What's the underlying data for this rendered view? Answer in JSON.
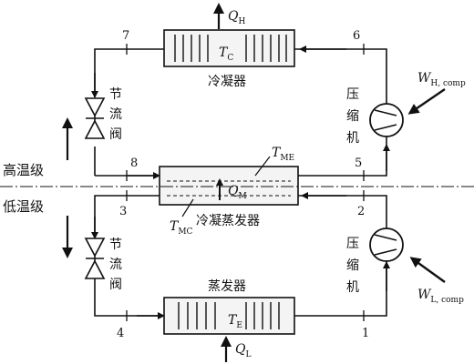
{
  "heat_flows": {
    "qh": {
      "main": "Q",
      "sub": "H"
    },
    "ql": {
      "main": "Q",
      "sub": "L"
    },
    "qm": {
      "main": "Q",
      "sub": "M"
    }
  },
  "temperatures": {
    "tc": {
      "main": "T",
      "sub": "C"
    },
    "te": {
      "main": "T",
      "sub": "E"
    },
    "tme": {
      "main": "T",
      "sub": "ME"
    },
    "tmc": {
      "main": "T",
      "sub": "MC"
    }
  },
  "work": {
    "wh": {
      "main": "W",
      "sub": "H, comp"
    },
    "wl": {
      "main": "W",
      "sub": "L, comp"
    }
  },
  "components": {
    "condenser": "冷凝器",
    "cascade_condenser": "冷凝蒸发器",
    "evaporator": "蒸发器",
    "throttle_upper": [
      "节",
      "流",
      "阀"
    ],
    "throttle_lower": [
      "节",
      "流",
      "阀"
    ],
    "compressor_upper": [
      "压",
      "缩",
      "机"
    ],
    "compressor_lower": [
      "压",
      "缩",
      "机"
    ]
  },
  "stages": {
    "high": "高温级",
    "low": "低温级"
  },
  "state_points": [
    "1",
    "2",
    "3",
    "4",
    "5",
    "6",
    "7",
    "8"
  ]
}
